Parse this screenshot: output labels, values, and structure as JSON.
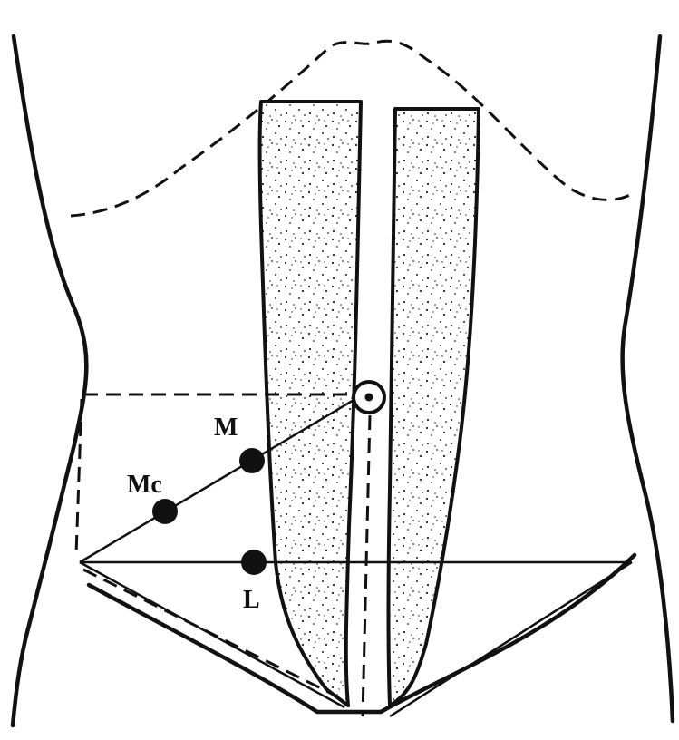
{
  "figure": {
    "labels": {
      "m": "M",
      "mc": "Mc",
      "l": "L"
    }
  }
}
